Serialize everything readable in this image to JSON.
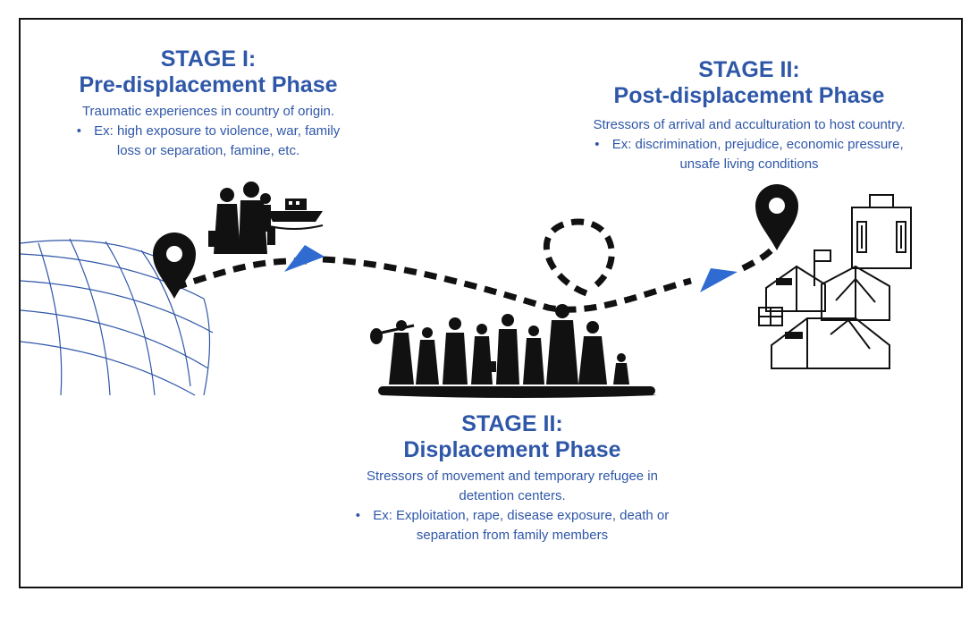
{
  "colors": {
    "accent": "#2f57a8",
    "ink": "#111111",
    "arrow": "#2f6bd0"
  },
  "icons": [
    "globe-icon",
    "map-pin-icon",
    "refugee-family-icon",
    "boat-icon",
    "walking-refugees-icon",
    "refugee-camp-icon",
    "building-icon",
    "flag-icon",
    "arrow-icon"
  ],
  "stage1": {
    "title_line1": "STAGE I:",
    "title_line2": "Pre-displacement Phase",
    "description": "Traumatic experiences in country of origin.",
    "bullet": "•",
    "example_line1": "Ex: high exposure to violence, war, family",
    "example_line2": "loss or separation, famine, etc."
  },
  "stage2": {
    "title_line1": "STAGE II:",
    "title_line2": "Displacement Phase",
    "description_line1": "Stressors of movement and temporary refugee in",
    "description_line2": "detention centers.",
    "bullet": "•",
    "example_line1": "Ex: Exploitation, rape, disease exposure, death or",
    "example_line2": "separation from family members"
  },
  "stage3": {
    "title_line1": "STAGE II:",
    "title_line2": "Post-displacement Phase",
    "description": "Stressors of arrival and acculturation to host country.",
    "bullet": "•",
    "example_line1": "Ex: discrimination, prejudice, economic pressure,",
    "example_line2": "unsafe living conditions"
  }
}
